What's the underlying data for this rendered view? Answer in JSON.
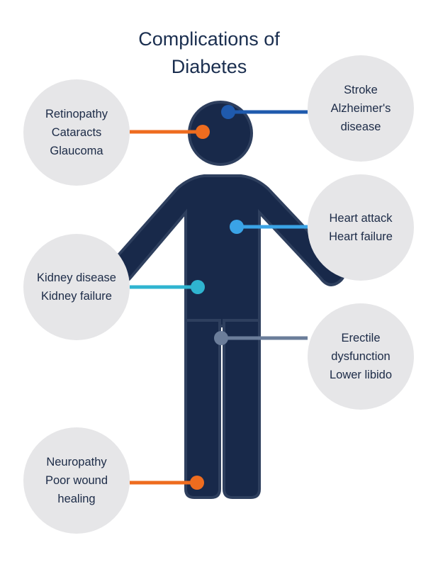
{
  "title_lines": [
    "Complications of",
    "Diabetes"
  ],
  "colors": {
    "body": "#18294a",
    "bubble": "#e6e6e8",
    "orange": "#ee6c1f",
    "dark_blue": "#1f5aad",
    "light_blue": "#3aa3e6",
    "teal": "#2fb4d0",
    "slate": "#6b7d9a"
  },
  "complications": {
    "eyes": {
      "lines": [
        "Retinopathy",
        "Cataracts",
        "Glaucoma"
      ],
      "color": "#ee6c1f",
      "icon": "eye-marker"
    },
    "brain": {
      "lines": [
        "Stroke",
        "Alzheimer's",
        "disease"
      ],
      "color": "#1f5aad",
      "icon": "brain-marker"
    },
    "heart": {
      "lines": [
        "Heart attack",
        "Heart failure"
      ],
      "color": "#3aa3e6",
      "icon": "heart-marker"
    },
    "kidney": {
      "lines": [
        "Kidney disease",
        "Kidney failure"
      ],
      "color": "#2fb4d0",
      "icon": "kidney-marker"
    },
    "sexual": {
      "lines": [
        "Erectile",
        "dysfunction",
        "Lower libido"
      ],
      "color": "#6b7d9a",
      "icon": "pelvis-marker"
    },
    "nerves": {
      "lines": [
        "Neuropathy",
        "Poor wound",
        "healing"
      ],
      "color": "#ee6c1f",
      "icon": "leg-marker"
    }
  }
}
